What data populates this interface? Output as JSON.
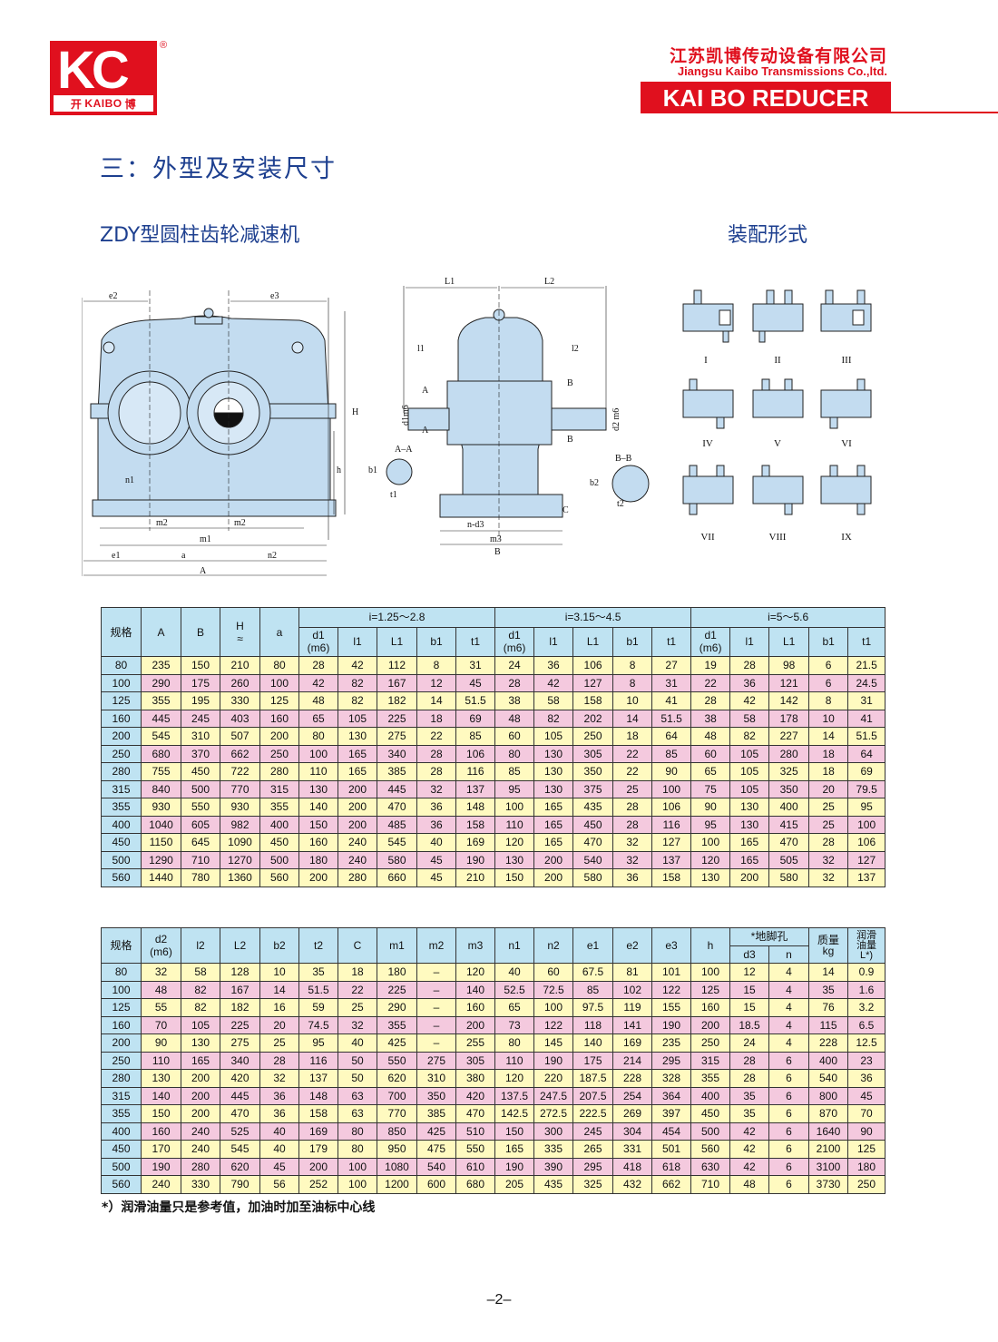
{
  "header": {
    "logo_text": "KC",
    "logo_strip": "KAIBO",
    "logo_cn_left": "开",
    "logo_cn_right": "博",
    "registered": "®",
    "company_cn": "江苏凯博传动设备有限公司",
    "company_en": "Jiangsu Kaibo Transmissions Co.,ltd.",
    "product_banner": "KAI BO REDUCER"
  },
  "section_title": "三：外型及安装尺寸",
  "subtitle_left": "ZDY型圆柱齿轮减速机",
  "subtitle_right": "装配形式",
  "drawing_labels": {
    "front": [
      "e2",
      "e3",
      "H",
      "h",
      "n1",
      "m2",
      "m2",
      "m1",
      "e1",
      "a",
      "n2",
      "A"
    ],
    "side": [
      "L1",
      "L2",
      "l1",
      "l2",
      "A",
      "A",
      "B",
      "B",
      "d1m6",
      "d2 m6",
      "C",
      "n-d3",
      "m3",
      "B"
    ],
    "sections": [
      "A–A",
      "b1",
      "t1",
      "B–B",
      "b2",
      "t2"
    ]
  },
  "mount_forms": [
    "I",
    "II",
    "III",
    "IV",
    "V",
    "VI",
    "VII",
    "VIII",
    "IX"
  ],
  "table1": {
    "headers": {
      "spec": "规格",
      "A": "A",
      "B": "B",
      "H": "H",
      "H_sub": "≈",
      "a": "a",
      "groups": [
        "i=1.25～2.8",
        "i=3.15～4.5",
        "i=5～5.6"
      ],
      "group_cols": [
        "d1\n(m6)",
        "l1",
        "L1",
        "b1",
        "t1"
      ]
    },
    "rows": [
      [
        "80",
        "235",
        "150",
        "210",
        "80",
        "28",
        "42",
        "112",
        "8",
        "31",
        "24",
        "36",
        "106",
        "8",
        "27",
        "19",
        "28",
        "98",
        "6",
        "21.5"
      ],
      [
        "100",
        "290",
        "175",
        "260",
        "100",
        "42",
        "82",
        "167",
        "12",
        "45",
        "28",
        "42",
        "127",
        "8",
        "31",
        "22",
        "36",
        "121",
        "6",
        "24.5"
      ],
      [
        "125",
        "355",
        "195",
        "330",
        "125",
        "48",
        "82",
        "182",
        "14",
        "51.5",
        "38",
        "58",
        "158",
        "10",
        "41",
        "28",
        "42",
        "142",
        "8",
        "31"
      ],
      [
        "160",
        "445",
        "245",
        "403",
        "160",
        "65",
        "105",
        "225",
        "18",
        "69",
        "48",
        "82",
        "202",
        "14",
        "51.5",
        "38",
        "58",
        "178",
        "10",
        "41"
      ],
      [
        "200",
        "545",
        "310",
        "507",
        "200",
        "80",
        "130",
        "275",
        "22",
        "85",
        "60",
        "105",
        "250",
        "18",
        "64",
        "48",
        "82",
        "227",
        "14",
        "51.5"
      ],
      [
        "250",
        "680",
        "370",
        "662",
        "250",
        "100",
        "165",
        "340",
        "28",
        "106",
        "80",
        "130",
        "305",
        "22",
        "85",
        "60",
        "105",
        "280",
        "18",
        "64"
      ],
      [
        "280",
        "755",
        "450",
        "722",
        "280",
        "110",
        "165",
        "385",
        "28",
        "116",
        "85",
        "130",
        "350",
        "22",
        "90",
        "65",
        "105",
        "325",
        "18",
        "69"
      ],
      [
        "315",
        "840",
        "500",
        "770",
        "315",
        "130",
        "200",
        "445",
        "32",
        "137",
        "95",
        "130",
        "375",
        "25",
        "100",
        "75",
        "105",
        "350",
        "20",
        "79.5"
      ],
      [
        "355",
        "930",
        "550",
        "930",
        "355",
        "140",
        "200",
        "470",
        "36",
        "148",
        "100",
        "165",
        "435",
        "28",
        "106",
        "90",
        "130",
        "400",
        "25",
        "95"
      ],
      [
        "400",
        "1040",
        "605",
        "982",
        "400",
        "150",
        "200",
        "485",
        "36",
        "158",
        "110",
        "165",
        "450",
        "28",
        "116",
        "95",
        "130",
        "415",
        "25",
        "100"
      ],
      [
        "450",
        "1150",
        "645",
        "1090",
        "450",
        "160",
        "240",
        "545",
        "40",
        "169",
        "120",
        "165",
        "470",
        "32",
        "127",
        "100",
        "165",
        "470",
        "28",
        "106"
      ],
      [
        "500",
        "1290",
        "710",
        "1270",
        "500",
        "180",
        "240",
        "580",
        "45",
        "190",
        "130",
        "200",
        "540",
        "32",
        "137",
        "120",
        "165",
        "505",
        "32",
        "127"
      ],
      [
        "560",
        "1440",
        "780",
        "1360",
        "560",
        "200",
        "280",
        "660",
        "45",
        "210",
        "150",
        "200",
        "580",
        "36",
        "158",
        "130",
        "200",
        "580",
        "32",
        "137"
      ]
    ]
  },
  "table2": {
    "headers": {
      "spec": "规格",
      "d2": "d2\n(m6)",
      "l2": "l2",
      "L2": "L2",
      "b2": "b2",
      "t2": "t2",
      "C": "C",
      "m1": "m1",
      "m2": "m2",
      "m3": "m3",
      "n1": "n1",
      "n2": "n2",
      "e1": "e1",
      "e2": "e2",
      "e3": "e3",
      "h": "h",
      "foot_hole": "*地脚孔",
      "d3": "d3",
      "n": "n",
      "mass": "质量\nkg",
      "oil": "润滑\n油量\nL*)"
    },
    "rows": [
      [
        "80",
        "32",
        "58",
        "128",
        "10",
        "35",
        "18",
        "180",
        "–",
        "120",
        "40",
        "60",
        "67.5",
        "81",
        "101",
        "100",
        "12",
        "4",
        "14",
        "0.9"
      ],
      [
        "100",
        "48",
        "82",
        "167",
        "14",
        "51.5",
        "22",
        "225",
        "–",
        "140",
        "52.5",
        "72.5",
        "85",
        "102",
        "122",
        "125",
        "15",
        "4",
        "35",
        "1.6"
      ],
      [
        "125",
        "55",
        "82",
        "182",
        "16",
        "59",
        "25",
        "290",
        "–",
        "160",
        "65",
        "100",
        "97.5",
        "119",
        "155",
        "160",
        "15",
        "4",
        "76",
        "3.2"
      ],
      [
        "160",
        "70",
        "105",
        "225",
        "20",
        "74.5",
        "32",
        "355",
        "–",
        "200",
        "73",
        "122",
        "118",
        "141",
        "190",
        "200",
        "18.5",
        "4",
        "115",
        "6.5"
      ],
      [
        "200",
        "90",
        "130",
        "275",
        "25",
        "95",
        "40",
        "425",
        "–",
        "255",
        "80",
        "145",
        "140",
        "169",
        "235",
        "250",
        "24",
        "4",
        "228",
        "12.5"
      ],
      [
        "250",
        "110",
        "165",
        "340",
        "28",
        "116",
        "50",
        "550",
        "275",
        "305",
        "110",
        "190",
        "175",
        "214",
        "295",
        "315",
        "28",
        "6",
        "400",
        "23"
      ],
      [
        "280",
        "130",
        "200",
        "420",
        "32",
        "137",
        "50",
        "620",
        "310",
        "380",
        "120",
        "220",
        "187.5",
        "228",
        "328",
        "355",
        "28",
        "6",
        "540",
        "36"
      ],
      [
        "315",
        "140",
        "200",
        "445",
        "36",
        "148",
        "63",
        "700",
        "350",
        "420",
        "137.5",
        "247.5",
        "207.5",
        "254",
        "364",
        "400",
        "35",
        "6",
        "800",
        "45"
      ],
      [
        "355",
        "150",
        "200",
        "470",
        "36",
        "158",
        "63",
        "770",
        "385",
        "470",
        "142.5",
        "272.5",
        "222.5",
        "269",
        "397",
        "450",
        "35",
        "6",
        "870",
        "70"
      ],
      [
        "400",
        "160",
        "240",
        "525",
        "40",
        "169",
        "80",
        "850",
        "425",
        "510",
        "150",
        "300",
        "245",
        "304",
        "454",
        "500",
        "42",
        "6",
        "1640",
        "90"
      ],
      [
        "450",
        "170",
        "240",
        "545",
        "40",
        "179",
        "80",
        "950",
        "475",
        "550",
        "165",
        "335",
        "265",
        "331",
        "501",
        "560",
        "42",
        "6",
        "2100",
        "125"
      ],
      [
        "500",
        "190",
        "280",
        "620",
        "45",
        "200",
        "100",
        "1080",
        "540",
        "610",
        "190",
        "390",
        "295",
        "418",
        "618",
        "630",
        "42",
        "6",
        "3100",
        "180"
      ],
      [
        "560",
        "240",
        "330",
        "790",
        "56",
        "252",
        "100",
        "1200",
        "600",
        "680",
        "205",
        "435",
        "325",
        "432",
        "662",
        "710",
        "48",
        "6",
        "3730",
        "250"
      ]
    ]
  },
  "footnote": "*）润滑油量只是参考值，加油时加至油标中心线",
  "page_number": "–2–"
}
